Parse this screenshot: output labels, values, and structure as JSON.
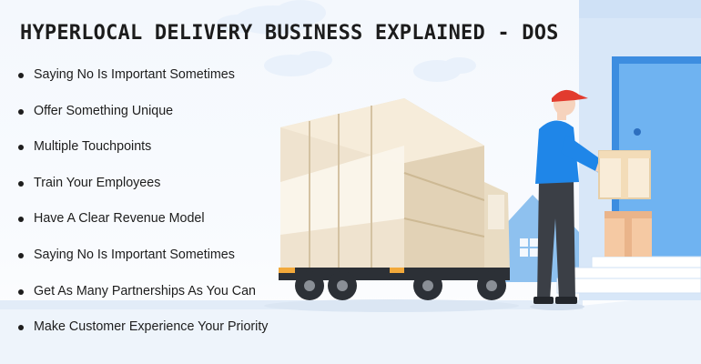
{
  "title": "HYPERLOCAL DELIVERY BUSINESS EXPLAINED - DOS",
  "bullets": [
    "Saying No Is Important Sometimes",
    "Offer Something Unique",
    "Multiple Touchpoints",
    "Train Your Employees",
    "Have A Clear Revenue Model",
    "Saying No Is Important Sometimes",
    "Get As Many Partnerships As You Can",
    "Make Customer Experience Your Priority"
  ],
  "colors": {
    "title": "#1c1c1c",
    "text": "#1d1d1d",
    "door": "#6fb3f1",
    "wall": "#d6e6f8",
    "truck": "#efe3cf",
    "shirt": "#1f86e8",
    "cap": "#e23b2e"
  },
  "icons": [
    "bullet-dot-icon"
  ]
}
